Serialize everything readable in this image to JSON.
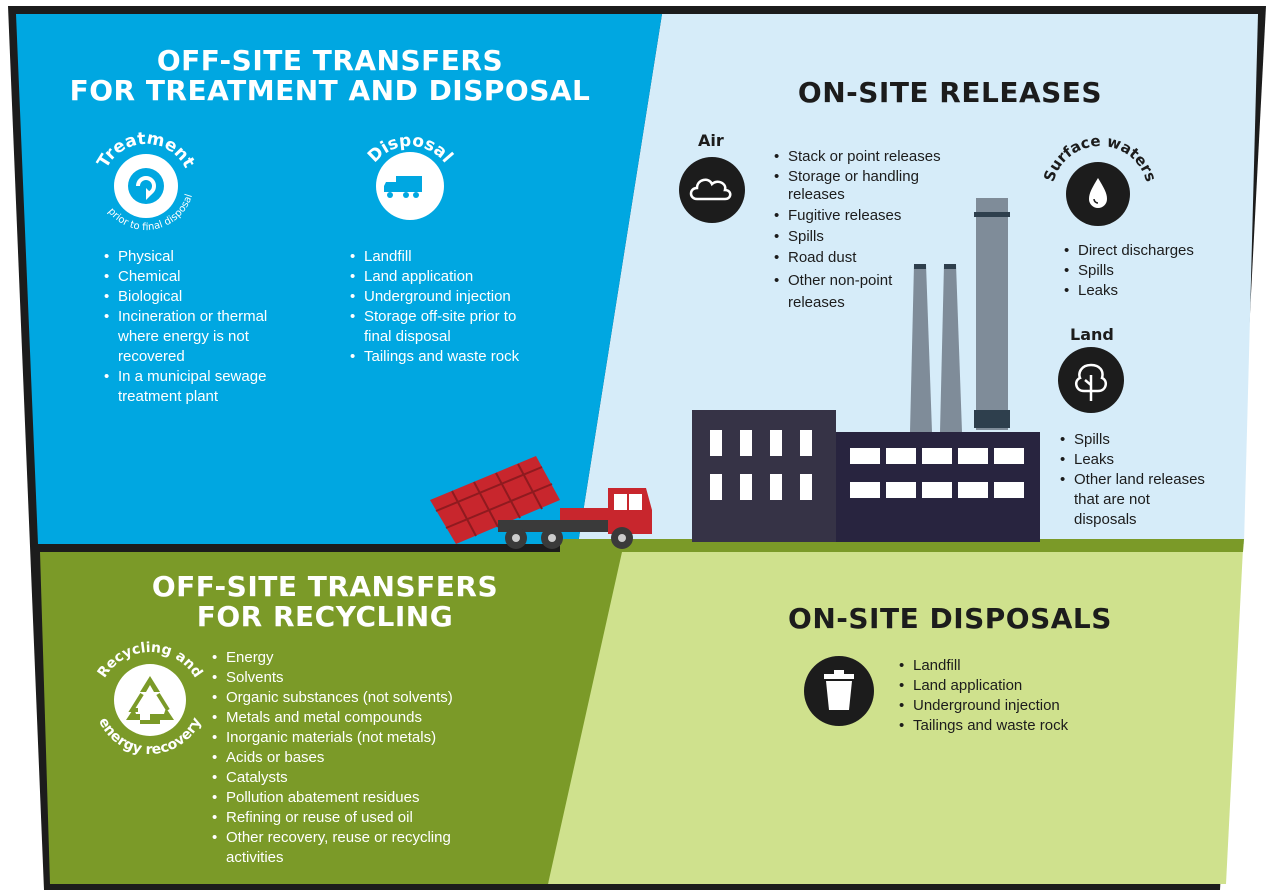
{
  "offsite_treatment_disposal": {
    "title_line1": "OFF-SITE TRANSFERS",
    "title_line2": "FOR TREATMENT AND DISPOSAL",
    "treatment": {
      "badge_top": "Treatment",
      "badge_bottom": "prior to final disposal",
      "icon": "recycle-arrow-icon",
      "items": [
        "Physical",
        "Chemical",
        "Biological",
        "Incineration or thermal where energy is not recovered",
        "In a municipal sewage treatment plant"
      ]
    },
    "disposal": {
      "badge_top": "Disposal",
      "icon": "truck-icon",
      "items": [
        "Landfill",
        "Land application",
        "Underground injection",
        "Storage off-site prior to final disposal",
        "Tailings and waste rock"
      ]
    }
  },
  "onsite_releases": {
    "title": "ON-SITE RELEASES",
    "air": {
      "label": "Air",
      "icon": "cloud-icon",
      "items": [
        "Stack or point releases",
        "Storage or handling releases",
        "Fugitive releases",
        "Spills",
        "Road dust",
        "Other non-point releases"
      ]
    },
    "surface_waters": {
      "label": "Surface waters",
      "icon": "water-drop-icon",
      "items": [
        "Direct discharges",
        "Spills",
        "Leaks"
      ]
    },
    "land": {
      "label": "Land",
      "icon": "tree-icon",
      "items": [
        "Spills",
        "Leaks",
        "Other land releases that are not disposals"
      ]
    }
  },
  "offsite_recycling": {
    "title_line1": "OFF-SITE TRANSFERS",
    "title_line2": "FOR RECYCLING",
    "badge_top": "Recycling and",
    "badge_bottom": "energy recovery",
    "icon": "recycle-icon",
    "items": [
      "Energy",
      "Solvents",
      "Organic substances (not solvents)",
      "Metals and metal compounds",
      "Inorganic materials (not metals)",
      "Acids or bases",
      "Catalysts",
      "Pollution abatement residues",
      "Refining or reuse of used oil",
      "Other recovery, reuse or recycling activities"
    ]
  },
  "onsite_disposals": {
    "title": "ON-SITE DISPOSALS",
    "icon": "trash-can-icon",
    "items": [
      "Landfill",
      "Land application",
      "Underground injection",
      "Tailings and waste rock"
    ]
  },
  "colors": {
    "blue": "#00a7e1",
    "light_blue": "#d6ecf9",
    "olive": "#7b9a28",
    "light_green": "#cfe18d",
    "dark": "#1c1c1c",
    "truck_red": "#c8262d"
  }
}
